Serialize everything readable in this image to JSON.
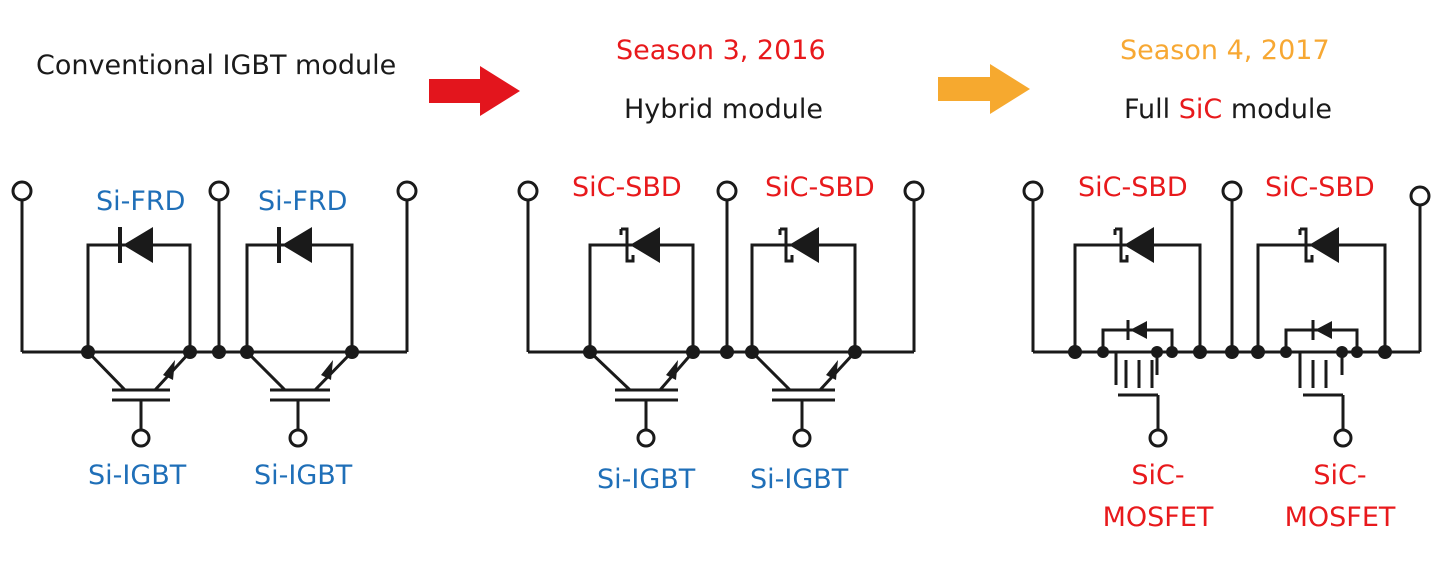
{
  "headings": {
    "conventional": "Conventional IGBT module",
    "hybrid_season": "Season 3, 2016",
    "hybrid_title": "Hybrid module",
    "full_season": "Season 4, 2017",
    "full_prefix": "Full",
    "full_sic": "SiC",
    "full_suffix": "module"
  },
  "labels": {
    "si_frd": "Si-FRD",
    "si_igbt": "Si-IGBT",
    "sic_sbd": "SiC-SBD",
    "sic_mosfet_1": "SiC-",
    "sic_mosfet_2": "MOSFET"
  },
  "colors": {
    "black": "#1a1a1a",
    "blue": "#1f6fb8",
    "red": "#e8191c",
    "orange": "#f7a833",
    "arrow_red": "#e3151d",
    "arrow_orange": "#f6a92f"
  }
}
